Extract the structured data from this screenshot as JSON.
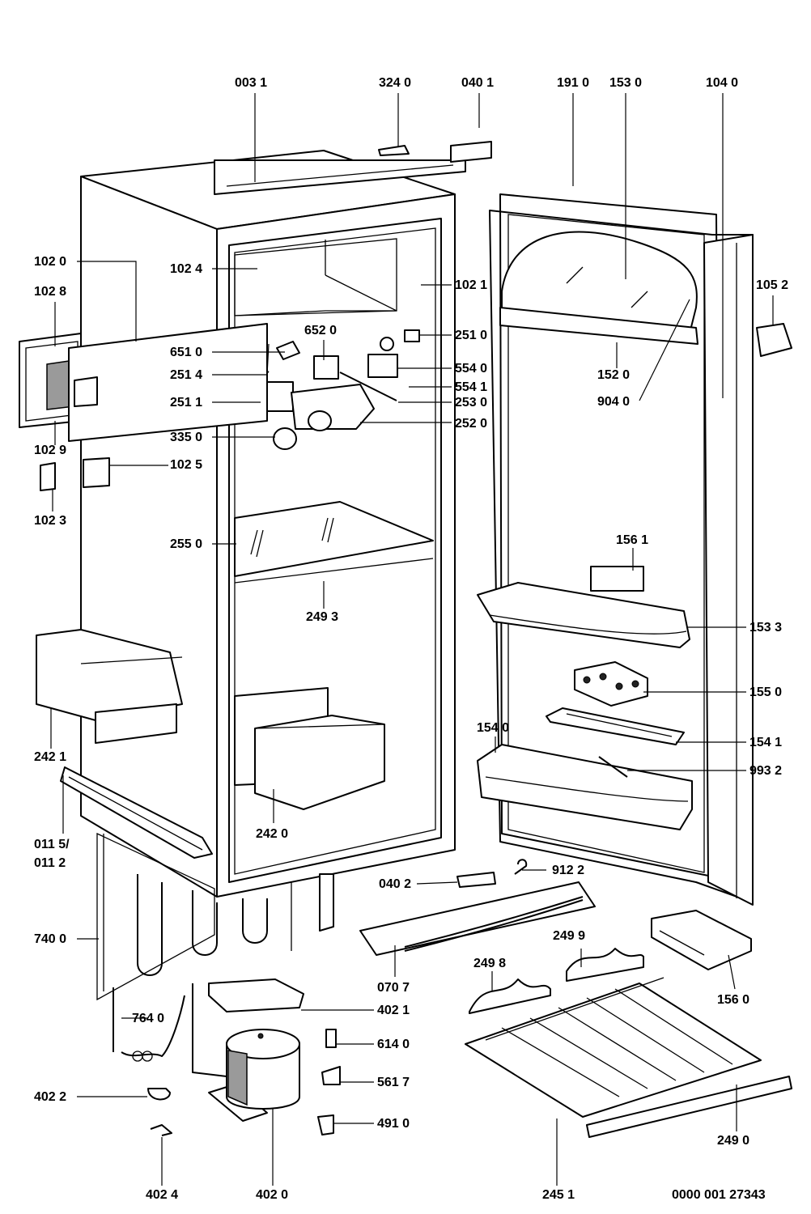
{
  "drawing_number": "0000 001 27343",
  "labels": {
    "p0031": "003 1",
    "p3240": "324 0",
    "p0401": "040 1",
    "p1910": "191 0",
    "p1530": "153 0",
    "p1040": "104 0",
    "p1020": "102 0",
    "p1028": "102 8",
    "p1024": "102 4",
    "p1021": "102 1",
    "p1052": "105 2",
    "p6520": "652 0",
    "p6510": "651 0",
    "p2510": "251 0",
    "p2514": "251 4",
    "p5540": "554 0",
    "p5541": "554 1",
    "p2511": "251 1",
    "p2530": "253 0",
    "p1520": "152 0",
    "p9040": "904 0",
    "p2520": "252 0",
    "p1029": "102 9",
    "p3350": "335 0",
    "p1025": "102 5",
    "p1023": "102 3",
    "p2550": "255 0",
    "p1561": "156 1",
    "p2493": "249 3",
    "p1533": "153 3",
    "p1550": "155 0",
    "p1540": "154 0",
    "p1541": "154 1",
    "p2421": "242 1",
    "p9932": "993 2",
    "p0115": "011 5/",
    "p0112": "011 2",
    "p2420": "242 0",
    "p9122": "912 2",
    "p0402": "040 2",
    "p7400": "740 0",
    "p2499": "249 9",
    "p2498": "249 8",
    "p0707": "070 7",
    "p1560": "156 0",
    "p7640": "764 0",
    "p4021": "402 1",
    "p6140": "614 0",
    "p4022": "402 2",
    "p5617": "561 7",
    "p2490": "249 0",
    "p4910": "491 0",
    "p4024": "402 4",
    "p4020": "402 0",
    "p2451": "245 1"
  }
}
